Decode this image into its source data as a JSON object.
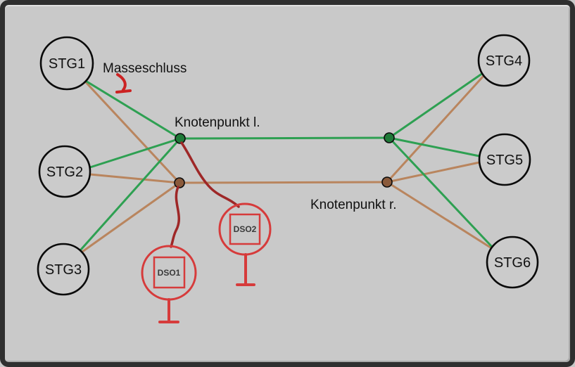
{
  "diagram": {
    "nodes": {
      "stg1": {
        "label": "STG1"
      },
      "stg2": {
        "label": "STG2"
      },
      "stg3": {
        "label": "STG3"
      },
      "stg4": {
        "label": "STG4"
      },
      "stg5": {
        "label": "STG5"
      },
      "stg6": {
        "label": "STG6"
      }
    },
    "junction_labels": {
      "left": "Knotenpunkt l.",
      "right": "Knotenpunkt r."
    },
    "annotations": {
      "ground_fault": "Masseschluss"
    },
    "instruments": {
      "dso1": {
        "label": "DSO1"
      },
      "dso2": {
        "label": "DSO2"
      }
    },
    "colors": {
      "bus_green": "#2ea052",
      "bus_brown": "#b9855e",
      "junction_green": "#1f7a38",
      "junction_brown": "#8a5a3b",
      "instrument_red": "#d63b3b",
      "probe_dark_red": "#9e2727",
      "fault_red": "#cc2222",
      "background": "#c9c9c9",
      "frame": "#2f2f2f"
    }
  }
}
